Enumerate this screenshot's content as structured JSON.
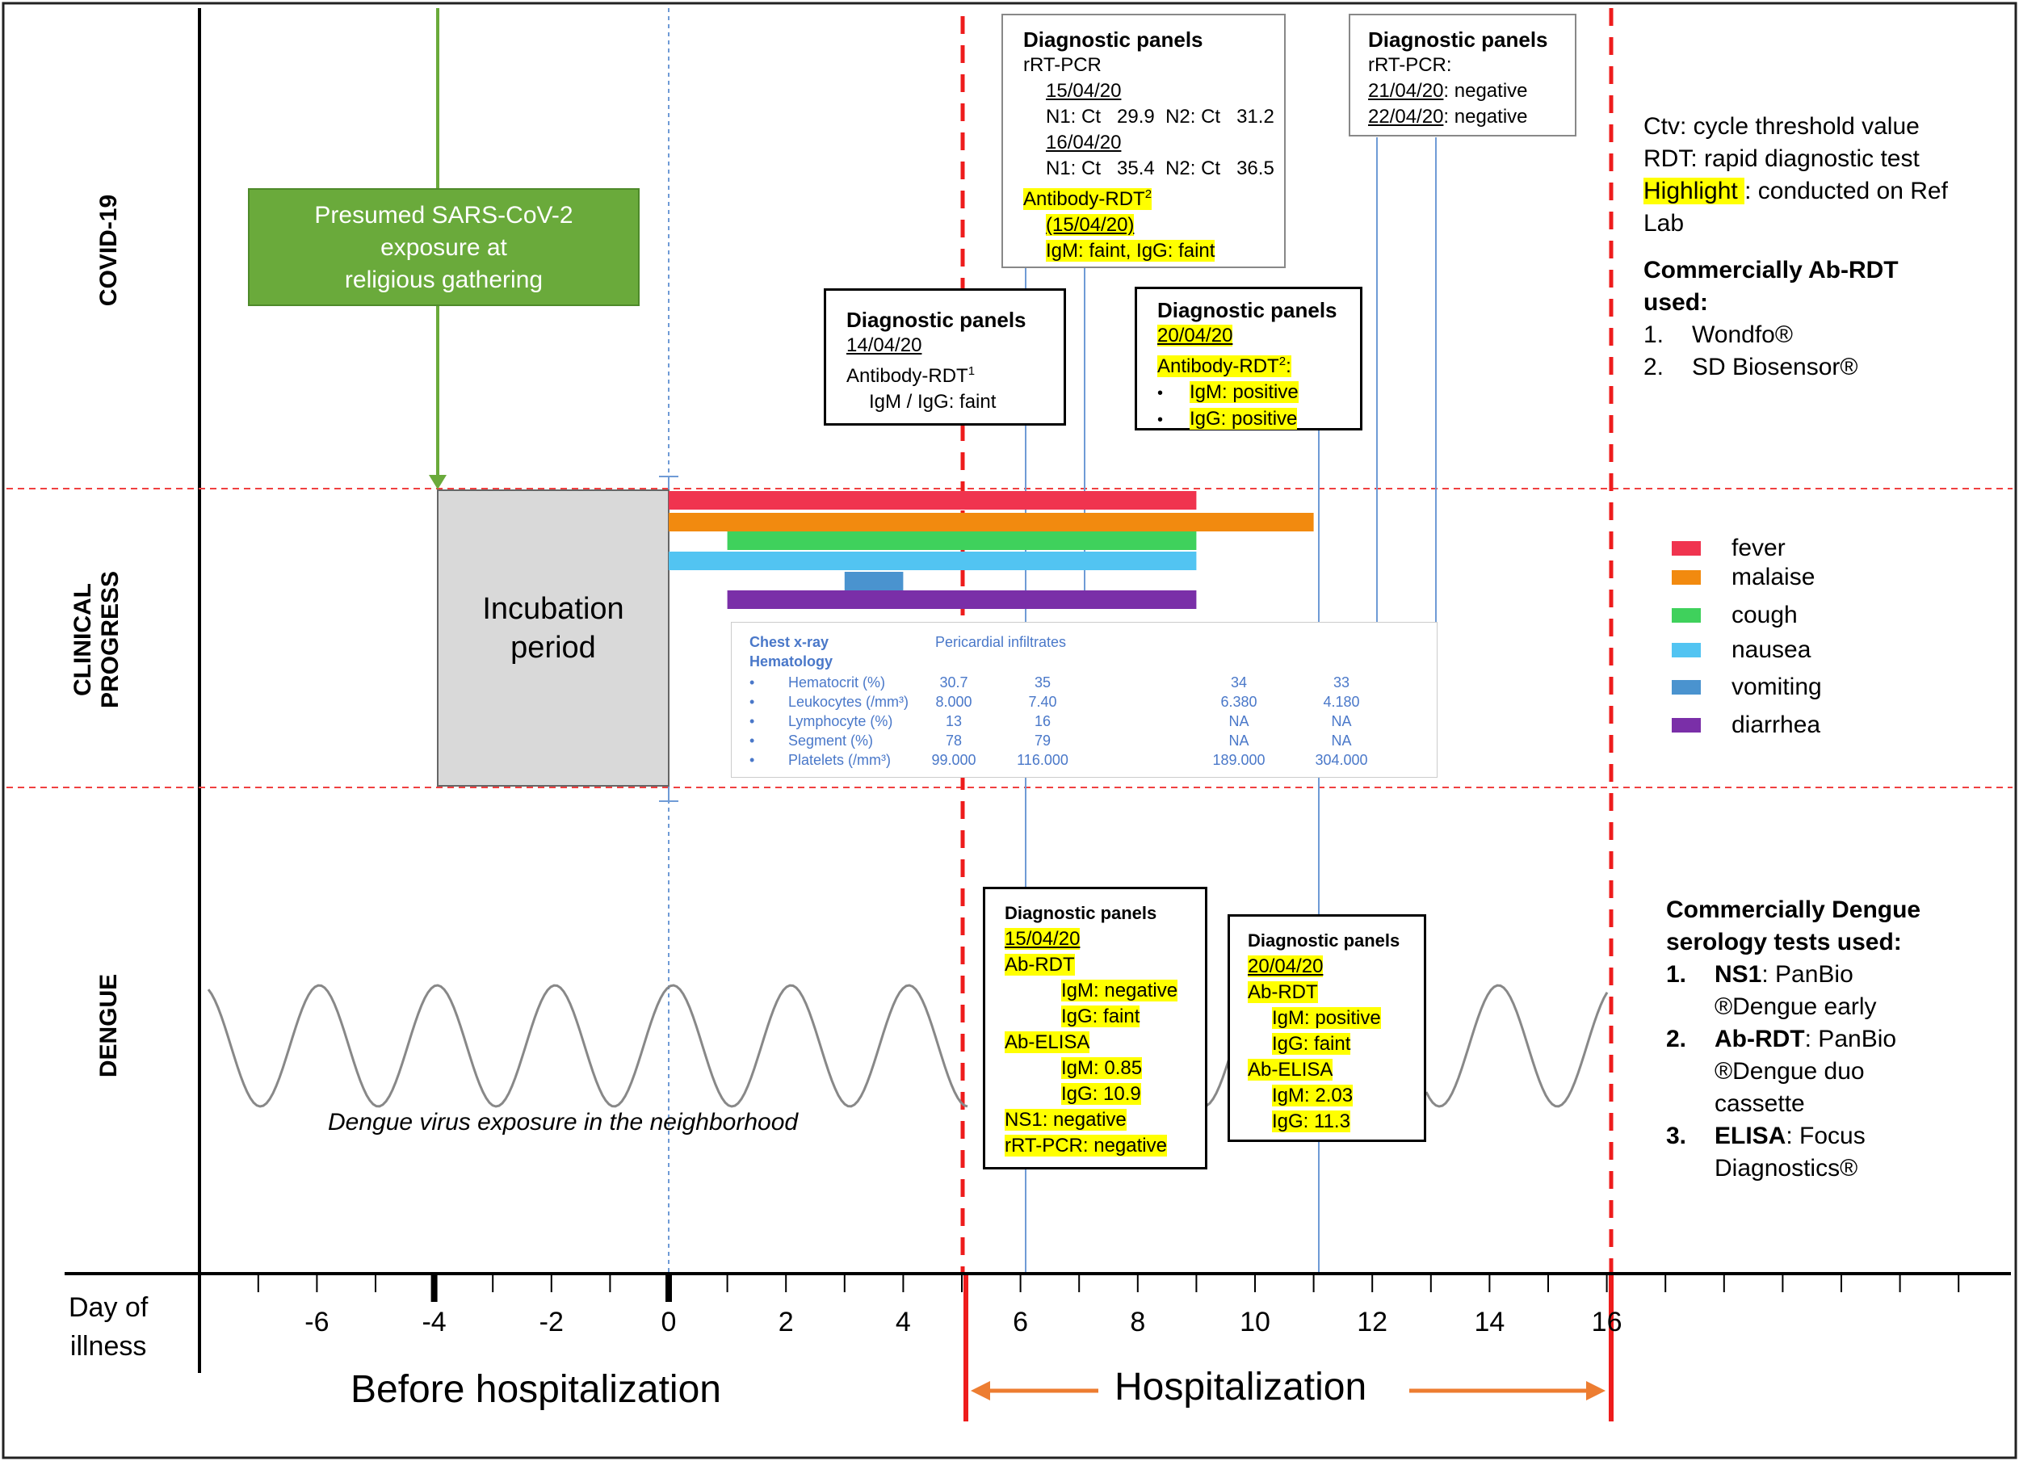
{
  "sections": {
    "covid": "COVID-19",
    "clinical_line1": "CLINICAL",
    "clinical_line2": "PROGRESS",
    "dengue": "DENGUE"
  },
  "exposure_box": {
    "line1": "Presumed SARS-CoV-2",
    "line2": "exposure at",
    "line3": "religious gathering"
  },
  "incubation": {
    "line1": "Incubation",
    "line2": "period"
  },
  "covid_panel_1": {
    "title": "Diagnostic panels",
    "date": "14/04/20",
    "test": "Antibody-RDT",
    "test_sup": "1",
    "result": "IgM / IgG: faint"
  },
  "covid_panel_2": {
    "title": "Diagnostic panels",
    "method": "rRT-PCR",
    "date1": "15/04/20",
    "ct1": "N1: Ct   29.9  N2: Ct   31.2",
    "date2": "16/04/20",
    "ct2": "N1: Ct   35.4  N2: Ct   36.5",
    "ab_test": "Antibody-RDT",
    "ab_sup": "2",
    "ab_date": "(15/04/20)",
    "ab_result": "IgM: faint, IgG: faint"
  },
  "covid_panel_3": {
    "title": "Diagnostic panels",
    "date": "20/04/20",
    "test": "Antibody-RDT",
    "test_sup": "2",
    "test_suffix": ":",
    "bullet": "•",
    "igm": "IgM: positive",
    "igg": "IgG: positive"
  },
  "covid_panel_4": {
    "title": "Diagnostic panels",
    "method": "rRT-PCR:",
    "date1": "21/04/20",
    "res1": ": negative",
    "date2": "22/04/20",
    "res2": ": negative"
  },
  "covid_legend": {
    "ctv": "Ctv: cycle threshold value",
    "rdt": "RDT: rapid diagnostic test",
    "highlight_word": "Highlight ",
    "highlight_rest": ": conducted on Ref",
    "highlight_rest2": "Lab",
    "commercial_title1": "Commercially Ab-RDT",
    "commercial_title2": "used:",
    "item1_num": "1.",
    "item1": "Wondfo®",
    "item2_num": "2.",
    "item2": "SD Biosensor®"
  },
  "symptoms_legend": [
    {
      "label": "fever",
      "color": "#f0344f"
    },
    {
      "label": "malaise",
      "color": "#f28a0f"
    },
    {
      "label": "cough",
      "color": "#3fd15c"
    },
    {
      "label": "nausea",
      "color": "#52c4f2"
    },
    {
      "label": "vomiting",
      "color": "#4a93cf"
    },
    {
      "label": "diarrhea",
      "color": "#7a2fa8"
    }
  ],
  "symptom_bars": [
    {
      "name": "fever",
      "start": 0,
      "end": 9
    },
    {
      "name": "malaise",
      "start": 0,
      "end": 11
    },
    {
      "name": "cough",
      "start": 1,
      "end": 9
    },
    {
      "name": "nausea",
      "start": 0,
      "end": 9
    },
    {
      "name": "vomiting",
      "start": 3,
      "end": 4
    },
    {
      "name": "diarrhea",
      "start": 1,
      "end": 9
    }
  ],
  "lab_table": {
    "chest_label": "Chest x-ray",
    "chest_value": "Pericardial infiltrates",
    "hema_label": "Hematology",
    "bullet": "•",
    "rows": [
      {
        "name": "Hematocrit (%)",
        "v1": "30.7",
        "v2": "35",
        "v3": "34",
        "v4": "33"
      },
      {
        "name": "Leukocytes (/mm³)",
        "v1": "8.000",
        "v2": "7.40",
        "v3": "6.380",
        "v4": "4.180"
      },
      {
        "name": "Lymphocyte (%)",
        "v1": "13",
        "v2": "16",
        "v3": "NA",
        "v4": "NA"
      },
      {
        "name": "Segment (%)",
        "v1": "78",
        "v2": "79",
        "v3": "NA",
        "v4": "NA"
      },
      {
        "name": "Platelets (/mm³)",
        "v1": "99.000",
        "v2": "116.000",
        "v3": "189.000",
        "v4": "304.000"
      }
    ]
  },
  "dengue_panel_1": {
    "title": "Diagnostic panels",
    "date": "15/04/20",
    "ab_rdt": "Ab-RDT",
    "igm_rdt": "IgM: negative",
    "igg_rdt": "IgG: faint",
    "ab_elisa": "Ab-ELISA",
    "igm_elisa": "IgM: 0.85",
    "igg_elisa": "IgG: 10.9",
    "ns1": "NS1: negative",
    "pcr": "rRT-PCR: negative"
  },
  "dengue_panel_2": {
    "title": "Diagnostic panels",
    "date": "20/04/20",
    "ab_rdt": "Ab-RDT",
    "igm_rdt": "IgM: positive",
    "igg_rdt": "IgG: faint",
    "ab_elisa": "Ab-ELISA",
    "igm_elisa": "IgM: 2.03",
    "igg_elisa": "IgG: 11.3"
  },
  "dengue_exposure": "Dengue virus exposure in the neighborhood",
  "dengue_legend": {
    "title1": "Commercially Dengue",
    "title2": "serology tests used:",
    "i1_num": "1.",
    "i1_bold": "NS1",
    "i1_rest": ": PanBio",
    "i1_line2": "®Dengue early",
    "i2_num": "2.",
    "i2_bold": "Ab-RDT",
    "i2_rest": ": PanBio",
    "i2_line2": "®Dengue duo",
    "i2_line3": "cassette",
    "i3_num": "3.",
    "i3_bold": "ELISA",
    "i3_rest": ": Focus",
    "i3_line2": "Diagnostics®"
  },
  "axis": {
    "label_line1": "Day of",
    "label_line2": "illness",
    "ticks": [
      -6,
      -4,
      -2,
      0,
      2,
      4,
      6,
      8,
      10,
      12,
      14,
      16
    ],
    "before": "Before hospitalization",
    "hospitalization": "Hospitalization"
  },
  "colors": {
    "exposure_green": "#6aaa3b",
    "hospital_red": "#ee1c1c",
    "arrow_orange": "#ed7d31",
    "blue_line": "#6f9bd6",
    "highlight": "#ffff00"
  }
}
